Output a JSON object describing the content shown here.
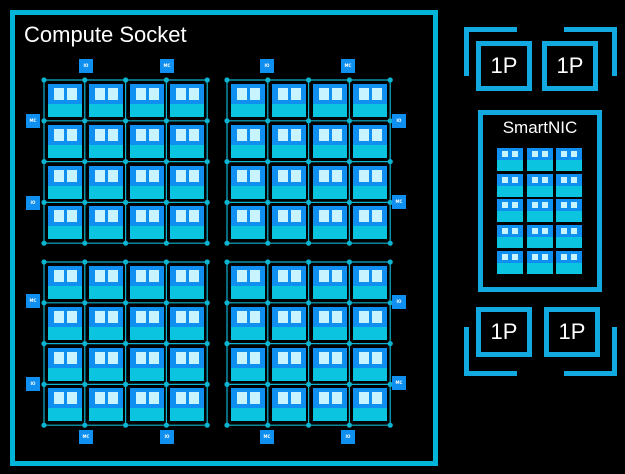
{
  "socket": {
    "title": "Compute Socket",
    "quadrants": 4,
    "cores_per_quadrant": {
      "rows": 4,
      "cols": 4
    },
    "labels": {
      "top": [
        "IO",
        "MC",
        "IO",
        "MC"
      ],
      "left": [
        "MC",
        "IO",
        "MC",
        "IO"
      ],
      "right": [
        "IO",
        "MC",
        "IO",
        "MC"
      ],
      "bottom": [
        "MC",
        "IO",
        "MC",
        "IO"
      ]
    }
  },
  "top_modules": [
    {
      "label": "1P"
    },
    {
      "label": "1P"
    }
  ],
  "smartnic": {
    "title": "SmartNIC",
    "tiles": {
      "rows": 5,
      "cols": 3
    }
  },
  "bottom_modules": [
    {
      "label": "1P"
    },
    {
      "label": "1P"
    }
  ],
  "colors": {
    "background": "#000000",
    "socket_border": "#00b4d8",
    "module_border": "#12a8e0",
    "core_top": "#0f8ff0",
    "core_bottom": "#0bc4e0",
    "core_window": "#c8f4ff",
    "grid_line": "#0bb4d0"
  }
}
